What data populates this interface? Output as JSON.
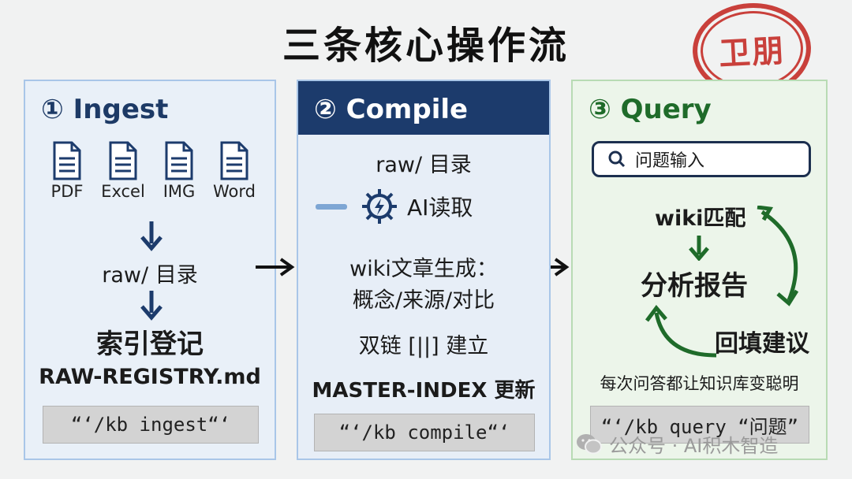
{
  "title": "三条核心操作流",
  "stamp": "卫朋",
  "colors": {
    "navy": "#1c3b6c",
    "green": "#1f6b2a",
    "stamp_red": "#c9403b"
  },
  "ingest": {
    "title": "① Ingest",
    "file_types": [
      {
        "label": "PDF",
        "icon": "document-icon"
      },
      {
        "label": "Excel",
        "icon": "document-icon"
      },
      {
        "label": "IMG",
        "icon": "document-icon"
      },
      {
        "label": "Word",
        "icon": "document-icon"
      }
    ],
    "step_raw": "raw/ 目录",
    "step_index": "索引登记",
    "registry_file": "RAW-REGISTRY.md",
    "command": "“‘/kb ingest“‘"
  },
  "compile": {
    "title": "② Compile",
    "step_raw": "raw/ 目录",
    "step_ai": "AI读取",
    "step_wiki_line1": "wiki文章生成：",
    "step_wiki_line2": "概念/来源/对比",
    "step_links": "双链 [||] 建立",
    "step_master": "MASTER-INDEX 更新",
    "command": "“‘/kb compile“‘"
  },
  "query": {
    "title": "③ Query",
    "search_placeholder": "问题输入",
    "step_match": "wiki匹配",
    "step_report": "分析报告",
    "step_backfill": "回填建议",
    "tagline": "每次问答都让知识库变聪明",
    "command": "“‘/kb query “问题”"
  },
  "watermark": "公众号 · AI积木智造"
}
